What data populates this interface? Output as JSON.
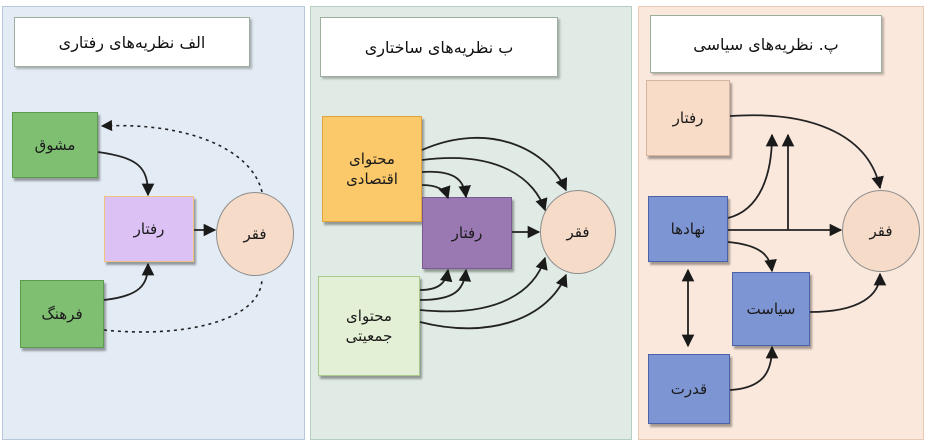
{
  "panels": {
    "a": {
      "title": "الف نظریه‌های رفتاری",
      "incentive": "مشوق",
      "behavior": "رفتار",
      "culture": "فرهنگ",
      "poverty": "فقر",
      "colors": {
        "background": "#e3ebf4",
        "source_box": "#7fbf72",
        "behavior_box": "#dcc2f4"
      }
    },
    "b": {
      "title": "ب نظریه‌های ساختاری",
      "economic_line1": "محتوای",
      "economic_line2": "اقتصادی",
      "behavior": "رفتار",
      "demographic_line1": "محتوای",
      "demographic_line2": "جمعیتی",
      "poverty": "فقر",
      "colors": {
        "background": "#e0ebe5",
        "economic_box": "#fbc86a",
        "behavior_box": "#9a78b2",
        "demographic_box": "#e4f0d6"
      }
    },
    "c": {
      "title": "پ. نظریه‌های سیاسی",
      "behavior": "رفتار",
      "institutions": "نهادها",
      "politics": "سیاست",
      "power": "قدرت",
      "poverty": "فقر",
      "colors": {
        "background": "#fbe8dc",
        "box": "#7d95d3",
        "behavior_box": "#f8dcc8"
      }
    }
  }
}
